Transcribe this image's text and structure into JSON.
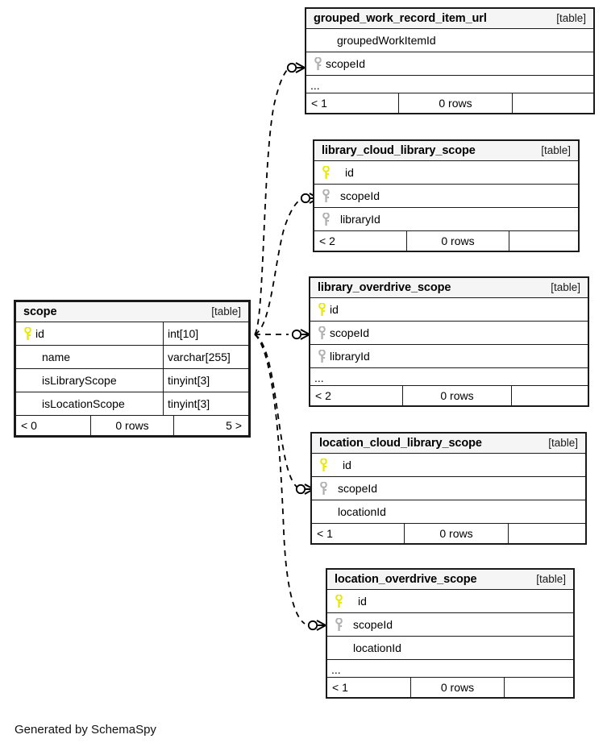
{
  "diagram": {
    "caption": "Generated by SchemaSpy",
    "table_kind_label": "[table]",
    "ellipsis": "...",
    "rows_label": "0 rows",
    "colors": {
      "primary_key": "#e8e800",
      "foreign_key": "#b0b0b0",
      "border": "#1a1a1a",
      "header_bg": "#f5f5f5",
      "background": "#ffffff"
    }
  },
  "tables": [
    {
      "id": "grouped_work_record_item_url",
      "name": "grouped_work_record_item_url",
      "kind": "[table]",
      "focus": false,
      "columns": [
        {
          "name": "groupedWorkItemId",
          "key": "none",
          "type": "",
          "indent": "indent-1"
        },
        {
          "name": "scopeId",
          "key": "fk",
          "type": "",
          "indent": "indent-2"
        }
      ],
      "has_ellipsis": true,
      "footer": {
        "left": "< 1",
        "middle": "0 rows",
        "right": ""
      }
    },
    {
      "id": "library_cloud_library_scope",
      "name": "library_cloud_library_scope",
      "kind": "[table]",
      "focus": false,
      "columns": [
        {
          "name": "id",
          "key": "pk",
          "type": "",
          "indent": "indent-1"
        },
        {
          "name": "scopeId",
          "key": "fk",
          "type": "",
          "indent": "indent-2"
        },
        {
          "name": "libraryId",
          "key": "fk",
          "type": "",
          "indent": "indent-2"
        }
      ],
      "has_ellipsis": false,
      "footer": {
        "left": "< 2",
        "middle": "0 rows",
        "right": ""
      }
    },
    {
      "id": "library_overdrive_scope",
      "name": "library_overdrive_scope",
      "kind": "[table]",
      "focus": false,
      "columns": [
        {
          "name": "id",
          "key": "pk",
          "type": "",
          "indent": "indent-2"
        },
        {
          "name": "scopeId",
          "key": "fk",
          "type": "",
          "indent": "indent-2"
        },
        {
          "name": "libraryId",
          "key": "fk",
          "type": "",
          "indent": "indent-2"
        }
      ],
      "has_ellipsis": true,
      "footer": {
        "left": "< 2",
        "middle": "0 rows",
        "right": ""
      }
    },
    {
      "id": "location_cloud_library_scope",
      "name": "location_cloud_library_scope",
      "kind": "[table]",
      "focus": false,
      "columns": [
        {
          "name": "id",
          "key": "pk",
          "type": "",
          "indent": "indent-1"
        },
        {
          "name": "scopeId",
          "key": "fk",
          "type": "",
          "indent": "indent-2"
        },
        {
          "name": "locationId",
          "key": "none",
          "type": "",
          "indent": "indent-2"
        }
      ],
      "has_ellipsis": false,
      "footer": {
        "left": "< 1",
        "middle": "0 rows",
        "right": ""
      }
    },
    {
      "id": "location_overdrive_scope",
      "name": "location_overdrive_scope",
      "kind": "[table]",
      "focus": false,
      "columns": [
        {
          "name": "id",
          "key": "pk",
          "type": "",
          "indent": "indent-1"
        },
        {
          "name": "scopeId",
          "key": "fk",
          "type": "",
          "indent": "indent-2"
        },
        {
          "name": "locationId",
          "key": "none",
          "type": "",
          "indent": "indent-2"
        }
      ],
      "has_ellipsis": true,
      "footer": {
        "left": "< 1",
        "middle": "0 rows",
        "right": ""
      }
    },
    {
      "id": "scope",
      "name": "scope",
      "kind": "[table]",
      "focus": true,
      "columns": [
        {
          "name": "id",
          "key": "pk",
          "type": "int[10]",
          "indent": "indent-2"
        },
        {
          "name": "name",
          "key": "none",
          "type": "varchar[255]",
          "indent": "indent-2"
        },
        {
          "name": "isLibraryScope",
          "key": "none",
          "type": "tinyint[3]",
          "indent": "indent-2"
        },
        {
          "name": "isLocationScope",
          "key": "none",
          "type": "tinyint[3]",
          "indent": "indent-2"
        }
      ],
      "has_ellipsis": false,
      "footer": {
        "left": "< 0",
        "middle": "0 rows",
        "right": "5 >"
      }
    }
  ],
  "relationships": [
    {
      "from": "scope.id",
      "to": "grouped_work_record_item_url.scopeId",
      "style": "dashed",
      "cardinality": "zero-or-many"
    },
    {
      "from": "scope.id",
      "to": "library_cloud_library_scope.scopeId",
      "style": "dashed",
      "cardinality": "zero-or-many"
    },
    {
      "from": "scope.id",
      "to": "library_overdrive_scope.scopeId",
      "style": "dashed",
      "cardinality": "zero-or-many"
    },
    {
      "from": "scope.id",
      "to": "location_cloud_library_scope.scopeId",
      "style": "dashed",
      "cardinality": "zero-or-many"
    },
    {
      "from": "scope.id",
      "to": "location_overdrive_scope.scopeId",
      "style": "dashed",
      "cardinality": "zero-or-many"
    }
  ]
}
